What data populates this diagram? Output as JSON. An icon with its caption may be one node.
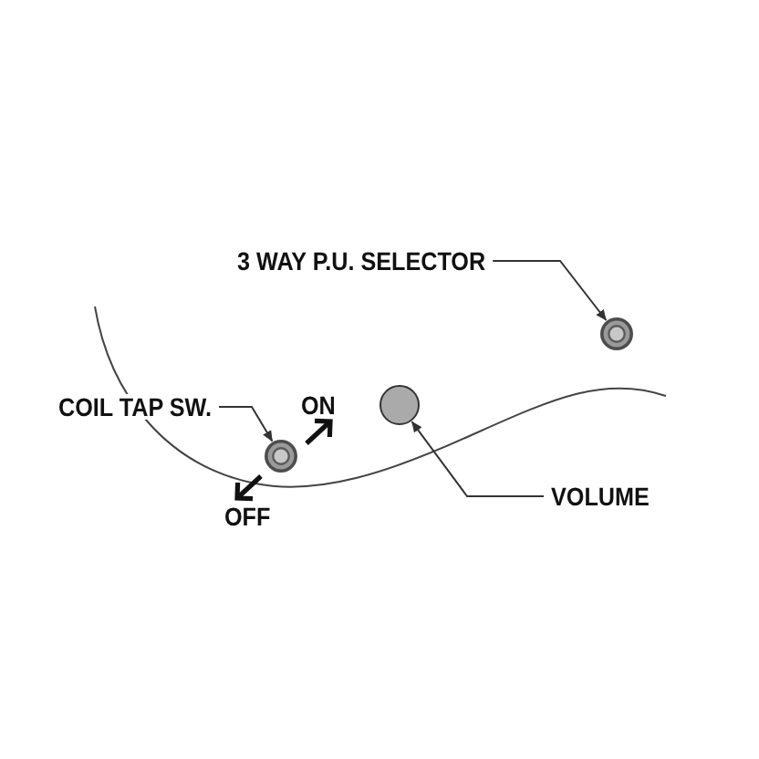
{
  "diagram": {
    "nodes": [
      {
        "text": [
          "3 WAY P.U. SELECTOR"
        ]
      },
      {
        "text": [],
        "shape": "circle"
      },
      {
        "text": [
          "COIL TAP SW."
        ]
      },
      {
        "text": [],
        "shape": "circle"
      },
      {
        "text": [
          "VOLUME"
        ]
      },
      {
        "text": [],
        "shape": "circle"
      }
    ],
    "edges": [
      {
        "from": 0,
        "to": 1,
        "arrow": "to"
      },
      {
        "from": 2,
        "to": 3,
        "arrow": "to"
      },
      {
        "from": 4,
        "to": 5,
        "arrow": "to"
      }
    ],
    "labels": [
      "ON",
      "OFF"
    ]
  }
}
